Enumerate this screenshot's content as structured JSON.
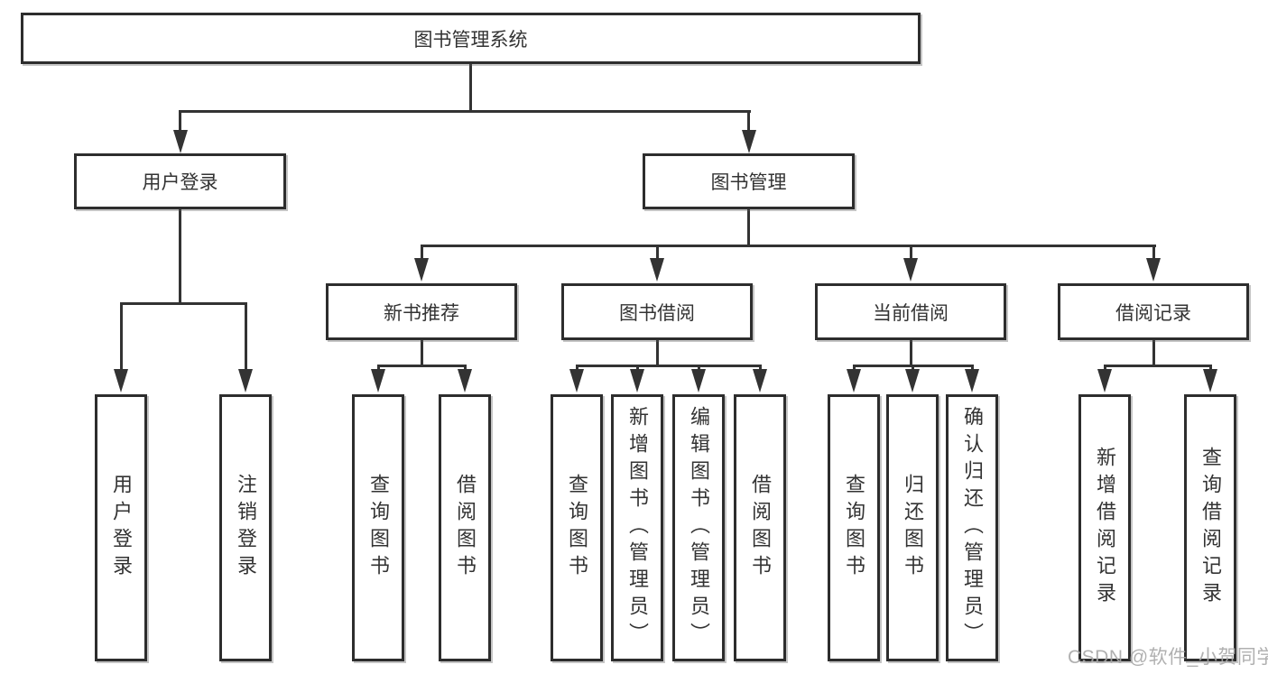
{
  "diagram_title": "图书管理系统",
  "colors": {
    "line": "#333333",
    "box_border": "#2d2d2d",
    "box_fill": "#ffffff",
    "text": "#333333",
    "watermark": "#a8a8a8"
  },
  "nodes": {
    "root": {
      "label": "图书管理系统"
    },
    "level1": [
      {
        "label": "用户登录"
      },
      {
        "label": "图书管理"
      }
    ],
    "user_login_children": [
      {
        "label": "用户登录"
      },
      {
        "label": "注销登录"
      }
    ],
    "level2": [
      {
        "label": "新书推荐"
      },
      {
        "label": "图书借阅"
      },
      {
        "label": "当前借阅"
      },
      {
        "label": "借阅记录"
      }
    ],
    "new_book_children": [
      {
        "label": "查询图书"
      },
      {
        "label": "借阅图书"
      }
    ],
    "book_borrow_children": [
      {
        "label": "查询图书"
      },
      {
        "label": "新增图书（管理员）"
      },
      {
        "label": "编辑图书（管理员）"
      },
      {
        "label": "借阅图书"
      }
    ],
    "current_borrow_children": [
      {
        "label": "查询图书"
      },
      {
        "label": "归还图书"
      },
      {
        "label": "确认归还（管理员）"
      }
    ],
    "borrow_record_children": [
      {
        "label": "新增借阅记录"
      },
      {
        "label": "查询借阅记录"
      }
    ]
  },
  "watermark": {
    "text": "CSDN @软件_小贺同学"
  }
}
